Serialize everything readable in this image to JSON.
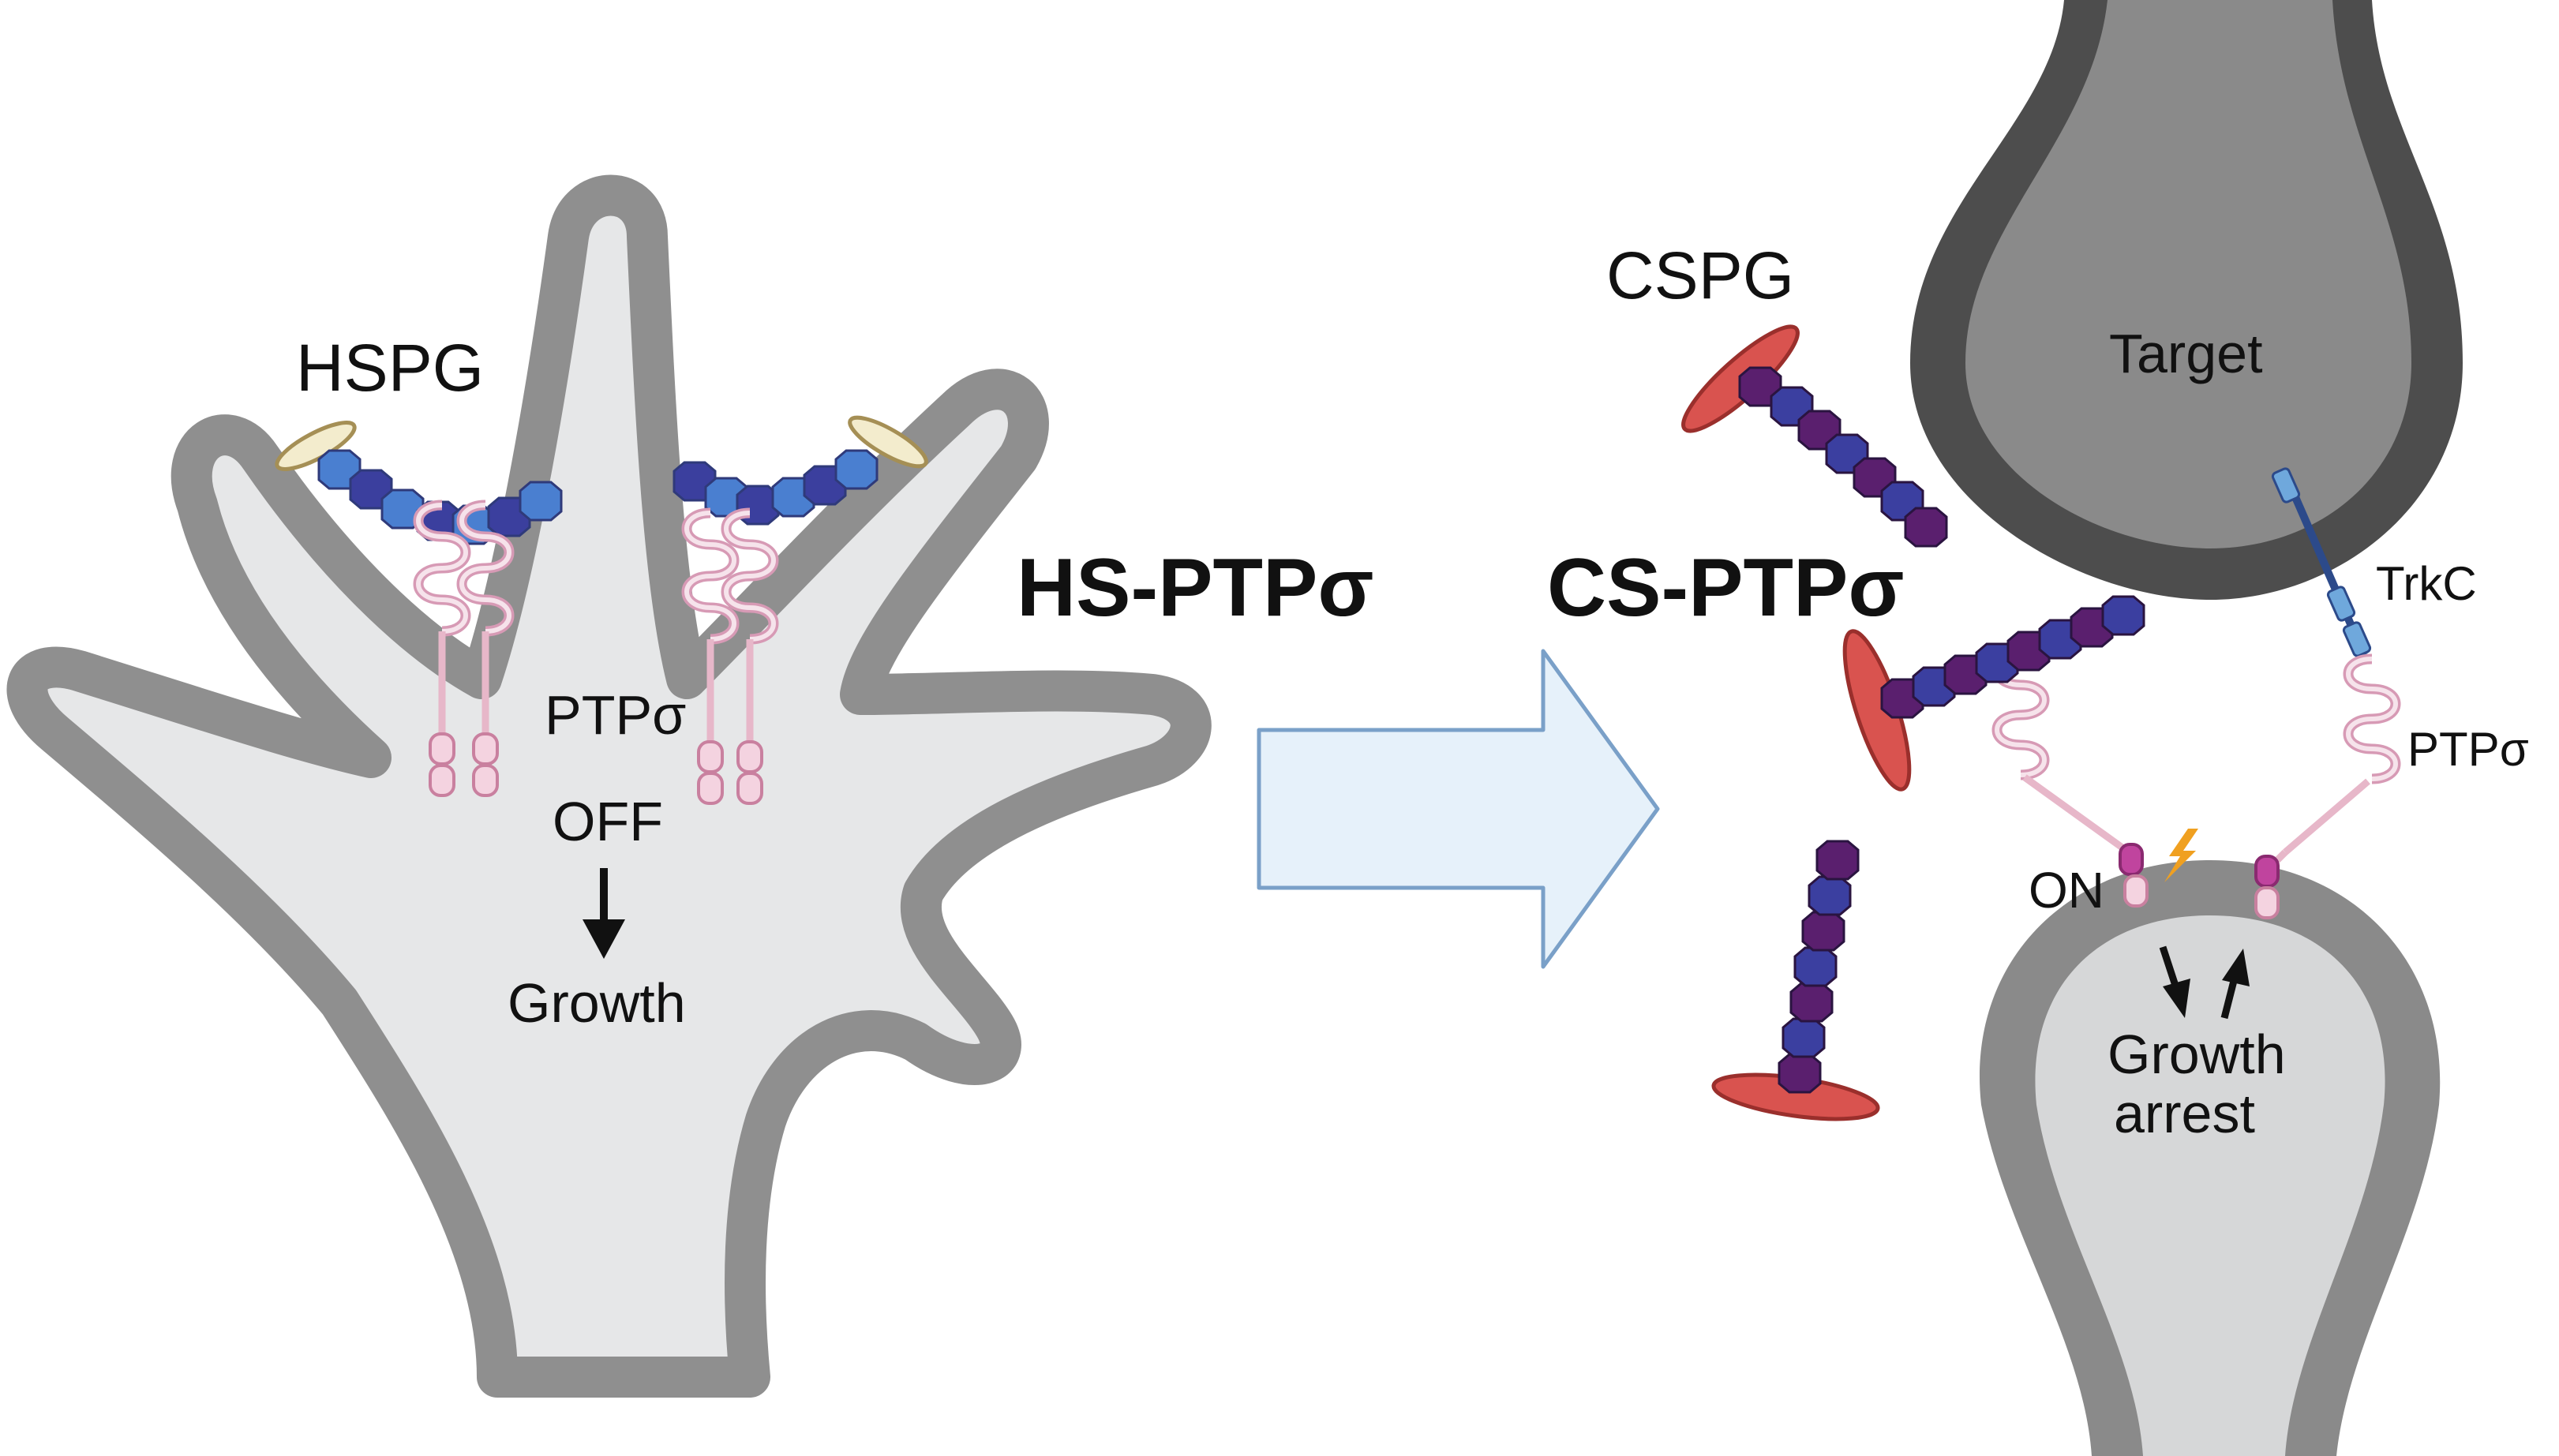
{
  "left_panel": {
    "hspg_label": "HSPG",
    "ptp_label": "PTPσ",
    "off_label": "OFF",
    "growth_label": "Growth",
    "mode_title": "HS-PTPσ"
  },
  "right_panel": {
    "cspg_label": "CSPG",
    "mode_title": "CS-PTPσ",
    "target_label": "Target",
    "trkc_label": "TrkC",
    "ptp_label": "PTPσ",
    "on_label": "ON",
    "growth_arrest_line1": "Growth",
    "growth_arrest_line2": "arrest"
  },
  "colors": {
    "membrane": "#8f8f8f",
    "cytoplasm": "#e6e7e8",
    "target_outer": "#4d4d4d",
    "target_inner": "#8a8a8a",
    "ptp_pink": "#e7b7c9",
    "hs_chain_blue": "#4a7fd0",
    "hs_chain_indigo": "#3b3f9e",
    "cs_chain_purple": "#5a1f6e",
    "cs_chain_indigo": "#3b3fa0",
    "cspg_core": "#d9534f",
    "hspg_core": "#f3eccd",
    "transition_arrow_fill": "#e6f1fa",
    "transition_arrow_stroke": "#7aa0c8",
    "phospho_magenta": "#c0449e",
    "spark_orange": "#f0a020"
  }
}
